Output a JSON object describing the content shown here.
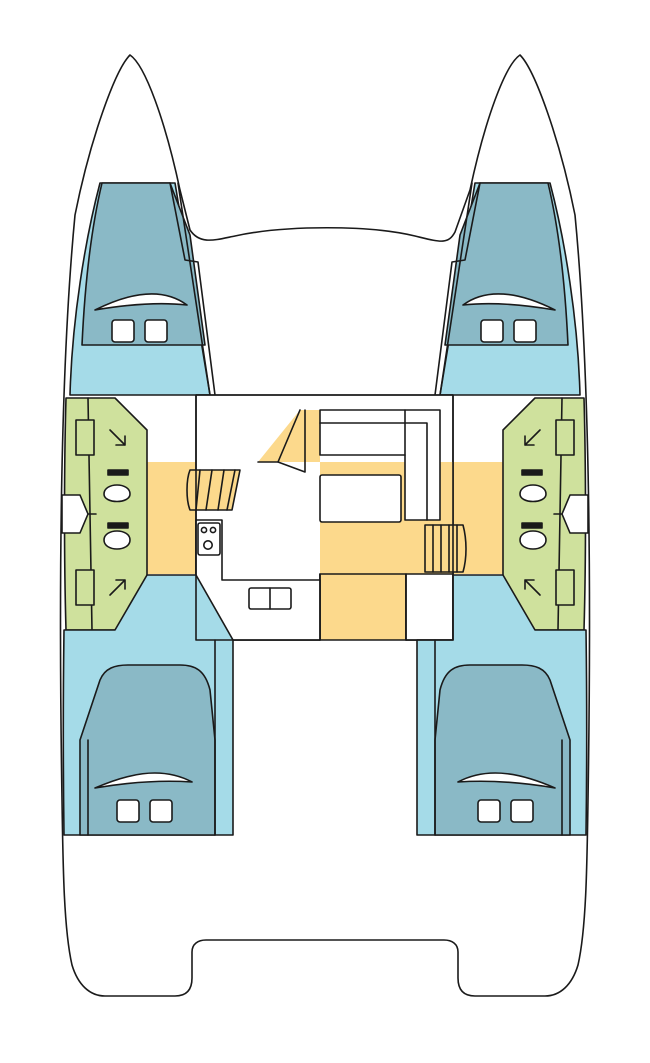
{
  "diagram": {
    "kind": "catamaran-deck-plan",
    "labels": []
  },
  "colors": {
    "background": "#ffffff",
    "outline": "#1a1a1a",
    "cabin_dark": "#8ab9c6",
    "cabin_light": "#a5dbe8",
    "bathroom": "#cfe19d",
    "saloon": "#fcd98c",
    "furniture": "#ffffff"
  },
  "areas": {
    "cabins": [
      "port-forward-cabin",
      "starboard-forward-cabin",
      "port-aft-cabin",
      "starboard-aft-cabin"
    ],
    "bathrooms": [
      "port-bathroom",
      "starboard-bathroom"
    ],
    "common": [
      "saloon",
      "galley",
      "chart-table",
      "dinette"
    ]
  }
}
